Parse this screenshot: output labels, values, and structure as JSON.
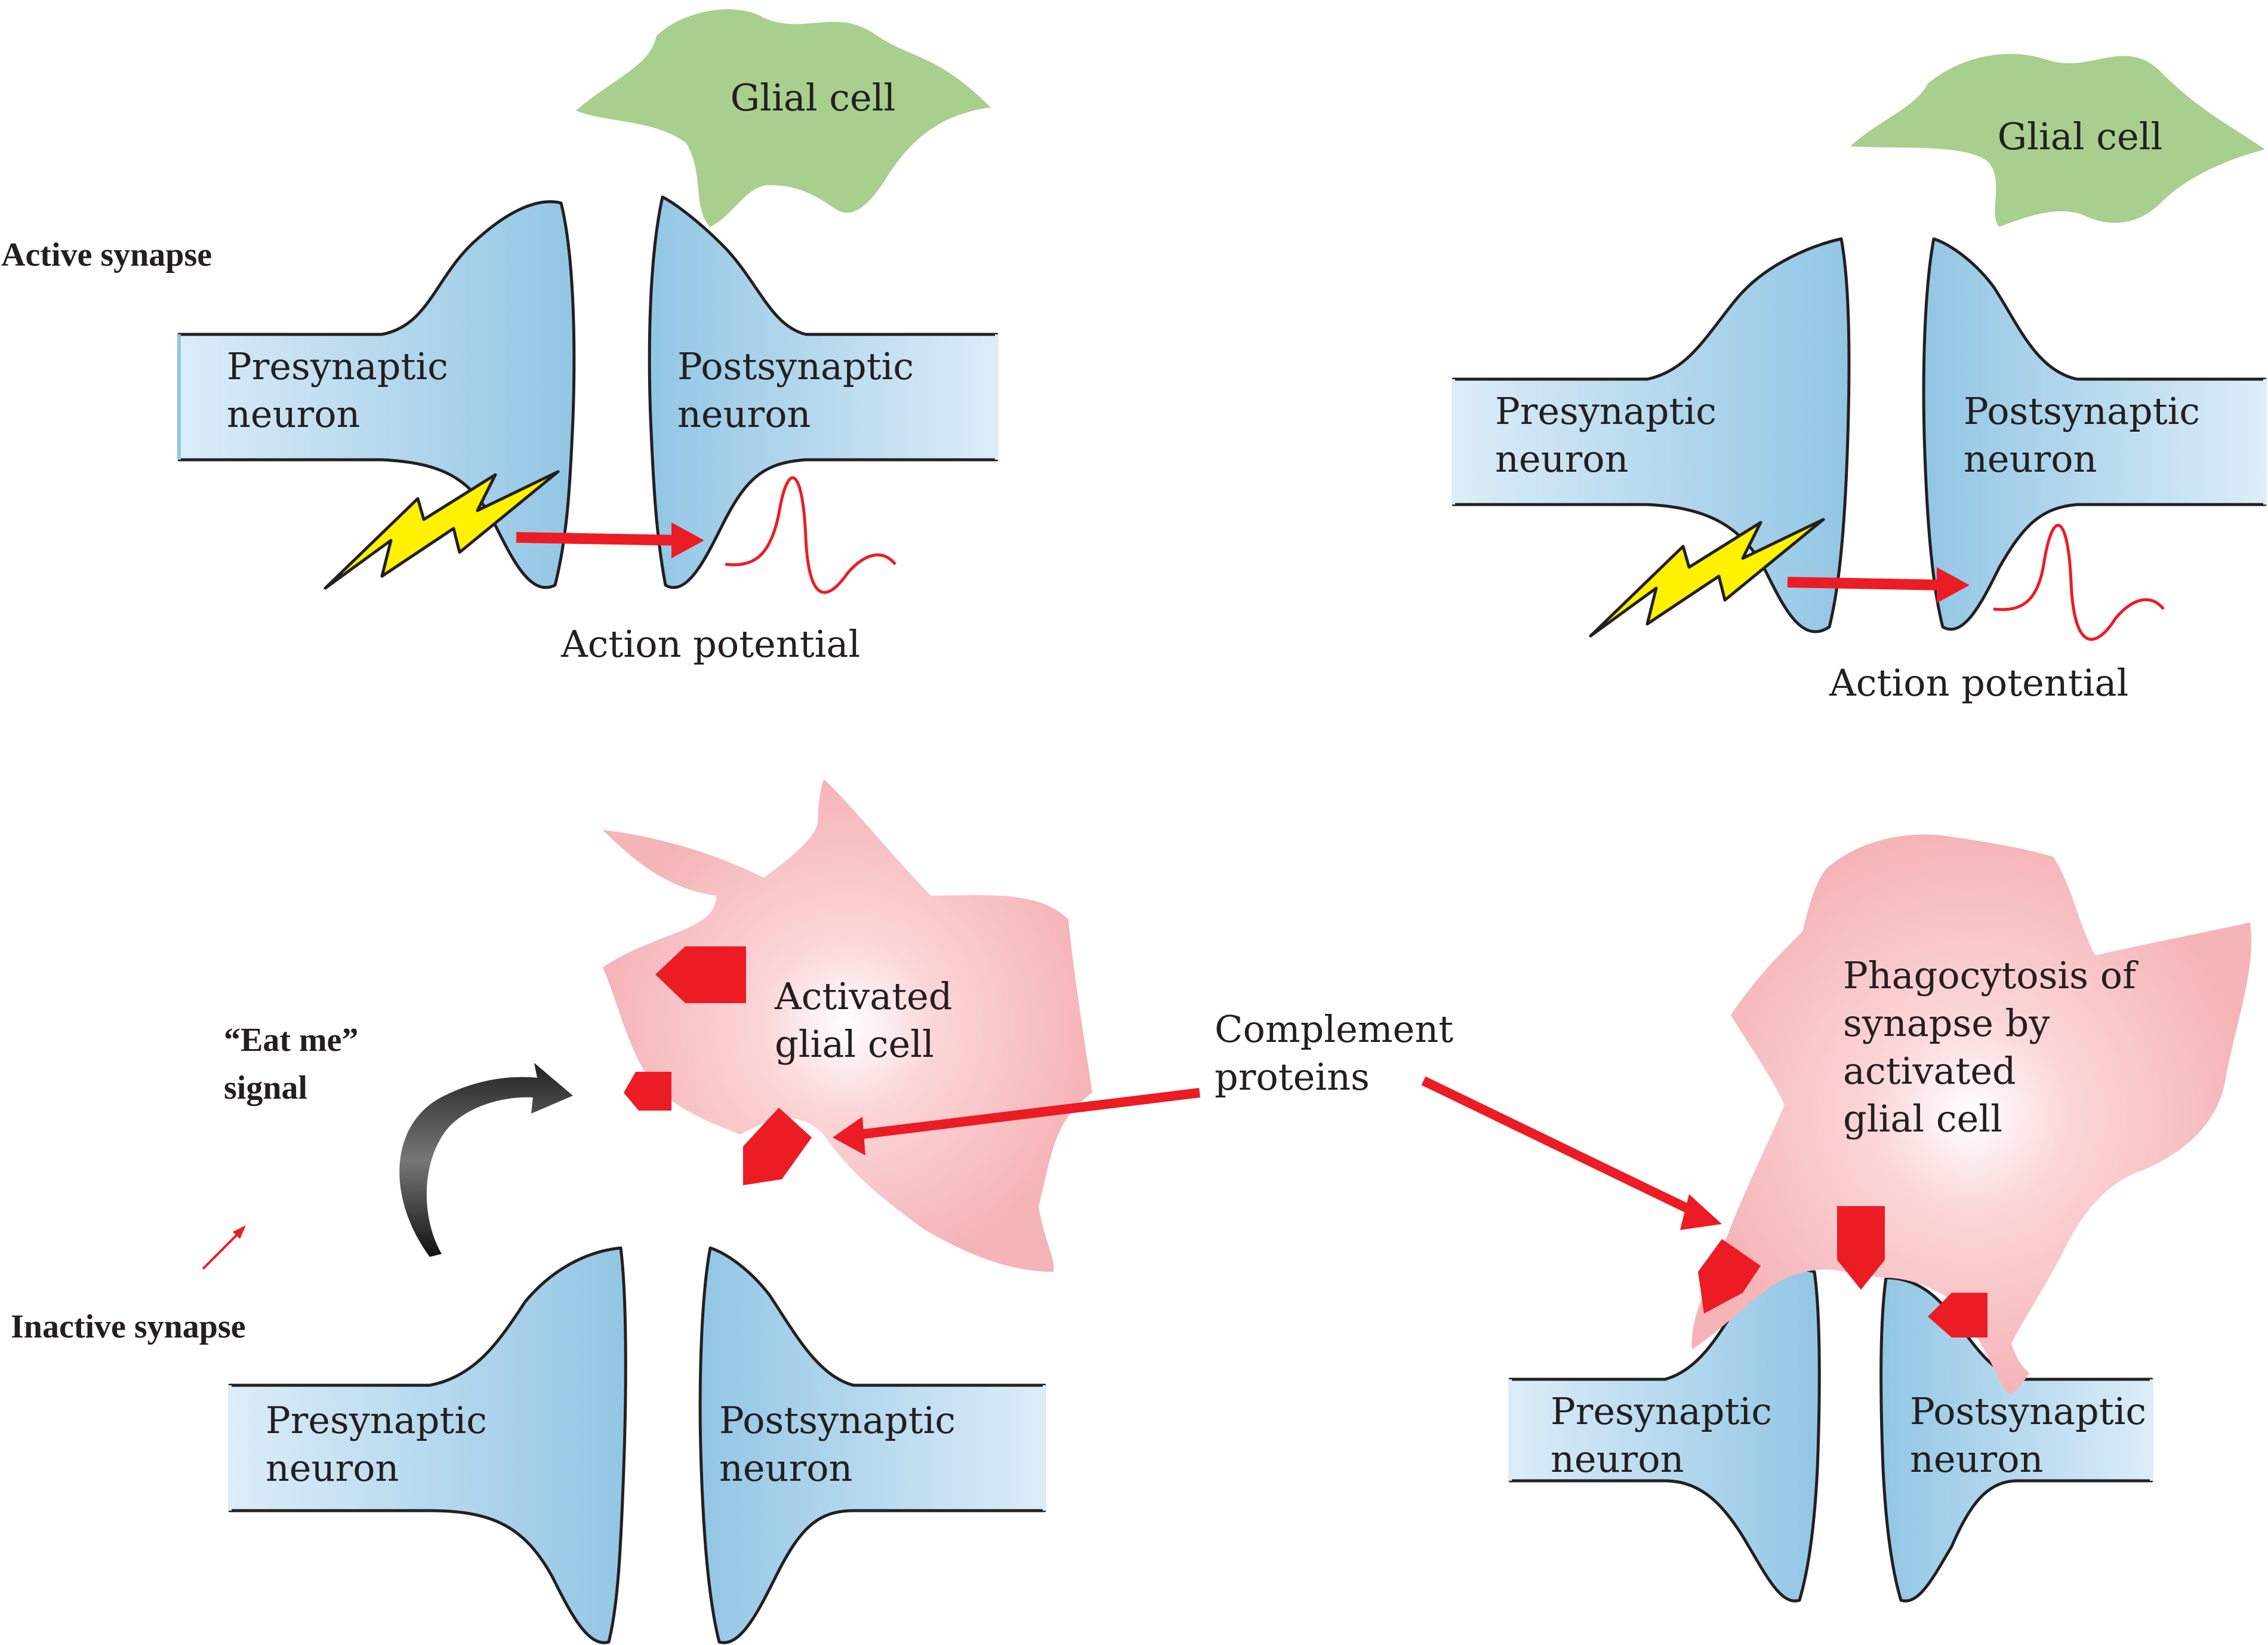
{
  "labels": {
    "glial_cell": "Glial cell",
    "presynaptic_1": "Presynaptic",
    "presynaptic_2": "neuron",
    "postsynaptic_1": "Postsynaptic",
    "postsynaptic_2": "neuron",
    "action_potential": "Action potential",
    "active_synapse": "Active synapse",
    "inactive_synapse": "Inactive synapse",
    "eat_me_1": "“Eat me”",
    "eat_me_2": "signal",
    "activated_1": "Activated",
    "activated_2": "glial cell",
    "complement_1": "Complement",
    "complement_2": "proteins",
    "phago_1": "Phagocytosis of",
    "phago_2": "synapse by",
    "phago_3": "activated",
    "phago_4": "glial cell"
  },
  "colors": {
    "neuron_blue": "#a6d1ea",
    "glia_green": "#a8cf8e",
    "activated_glia_pink": "#f5b4b8",
    "complement_red": "#ec1c24",
    "lightning_yellow": "#fff200",
    "outline": "#231f20"
  }
}
